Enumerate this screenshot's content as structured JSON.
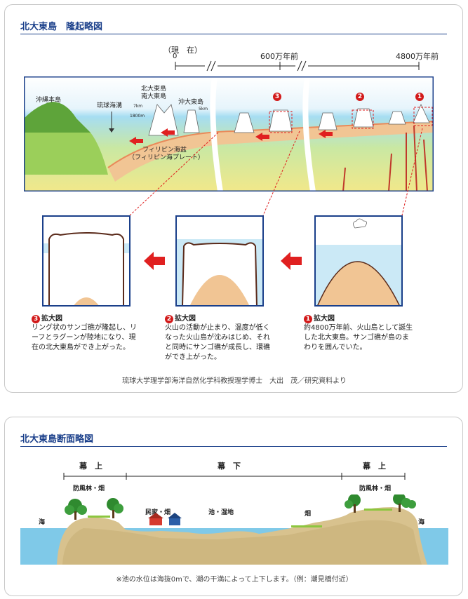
{
  "section1": {
    "title": "北大東島　隆起略図",
    "timeline": {
      "now": "（現　在）",
      "zero": "0",
      "t600": "600万年前",
      "t4800": "4800万年前"
    },
    "labels": {
      "okinawa": "沖縄本島",
      "trench": "琉球海溝",
      "kitadaito_minamidaito": [
        "北大東島",
        "南大東島"
      ],
      "okidaito": "沖大東島",
      "plate": [
        "フィリピン海盆",
        "（フィリピン海プレート）"
      ],
      "h7km": "7km",
      "h1800m": "1800m",
      "h5km": "5km"
    },
    "markers": [
      "3",
      "2",
      "1"
    ],
    "captions": [
      {
        "num": "3",
        "title": "拡大図",
        "lines": [
          "リング状のサンゴ礁が隆起し、リ",
          "ーフとラグーンが陸地になり、現",
          "在の北大東島ができ上がった。"
        ]
      },
      {
        "num": "2",
        "title": "拡大図",
        "lines": [
          "火山の活動が止まり、温度が低く",
          "なった火山島が沈みはじめ、それ",
          "と同時にサンゴ礁が成長し、環礁",
          "ができ上がった。"
        ]
      },
      {
        "num": "1",
        "title": "拡大図",
        "lines": [
          "約4800万年前、火山島として誕生",
          "した北大東島。サンゴ礁が島のま",
          "わりを囲んでいた。"
        ]
      }
    ],
    "credit": "琉球大学理学部海洋自然化学科教授理学博士　大出　茂／研究資料より"
  },
  "section2": {
    "title": "北大東島断面略図",
    "zones": {
      "left": "幕　上",
      "center": "幕　下",
      "right": "幕　上"
    },
    "sublabels": {
      "left": "防風林・畑",
      "right": "防風林・畑"
    },
    "sea_left": "海",
    "sea_right": "海",
    "houses": "民家・畑",
    "pond": "池・湿地",
    "field": "畑",
    "note": "※池の水位は海抜0mで、潮の干満によって上下します。（例：潮見橋付近）"
  },
  "colors": {
    "title": "#1a3f8a",
    "arrow": "#e02020",
    "sea": "#7fc9e8",
    "land": "#e8c48f",
    "green": "#8cc63f"
  }
}
